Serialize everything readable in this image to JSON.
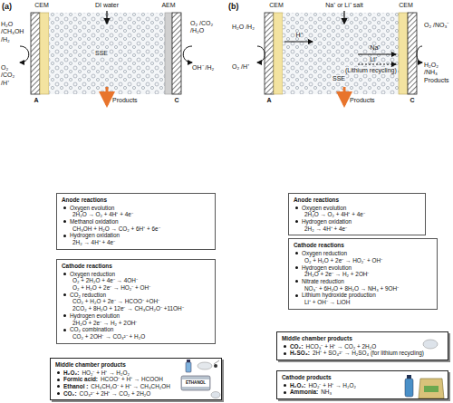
{
  "diagram": {
    "nodes": [
      {
        "text": [
          "Anode reactions",
          "Oxygen evolution",
          "2H₂O → O₂ + 4H⁺ + 4e⁻",
          "Methanol oxidation",
          "CH₃OH + H₂O → CO₂ + 6H⁺ + 6e⁻",
          "Hydrogen oxidation",
          "2H₂ → 4H⁺ + 4e⁻"
        ]
      },
      {
        "text": [
          "Cathode reactions",
          "Oxygen reduction",
          "O₂ + 2H₂O + 4e⁻ → 4OH⁻",
          "O₂ + H₂O + 2e⁻ → HO₂⁻ + OH⁻",
          "CO₂ reduction",
          "CO₂ + H₂O + 2e⁻ → HCOO⁻ +OH⁻",
          "2CO₂ + 8H₂O + 12e⁻ → CH₃CH₂O⁻ +11OH⁻",
          "Hydrogen evolution",
          "2H₂O + 2e⁻ → H₂ + 2OH⁻",
          "CO₂ combination",
          "CO₂ + 2OH⁻ → CO₃²⁻ + H₂O"
        ]
      },
      {
        "text": [
          "Middle chamber products",
          "H₂O₂:",
          "HO₂⁻ + H⁺ → H₂O₂",
          "Formic acid:",
          "HCOO⁻ + H⁺ → HCOOH",
          "Ethanol :",
          "CH₃CH₂O⁻ + H⁺ → CH₃CH₂OH",
          "CO₂:",
          "CO₃²⁻ + 2H⁺ → CO₂ + 2H₂O"
        ]
      },
      {
        "text": [
          "Anode reactions",
          "Oxygen evolution",
          "2H₂O → O₂ + 4H⁺ + 4e⁻",
          "Hydrogen oxidation",
          "2H₂ → 4H⁺ + 4e⁻"
        ]
      },
      {
        "text": [
          "Cathode reactions",
          "Oxygen reduction",
          "O₂ + H₂O + 2e⁻ → HO₂⁻ + OH⁻",
          "Hydrogen evolution",
          "2H₂O + 2e⁻ → H₂ + 2OH⁻",
          "Nitrate reduction",
          "NO₃⁻ + 6H₂O + 8H₂O → NH₃ + 9OH⁻",
          "Lithium hydroxide production",
          "Li⁺ + OH⁻ → LiOH"
        ]
      },
      {
        "text": [
          "Middle chamber products",
          "CO₂:",
          "HCO₃⁻ + H⁺ → CO₂ + 2H₂O",
          "H₂SO₄:",
          "2H⁺ + SO₄²⁻ → H₂SO₄ (for lithium recycling)"
        ]
      },
      {
        "text": [
          "Cathode products",
          "H₂O₂:",
          "HO₂⁻ + H⁺ → H₂O₂",
          "Ammonia:",
          "NH₃"
        ]
      }
    ],
    "labels": [
      "(a)",
      "CEM",
      "DI water",
      "AEM",
      "H₂O /CH₃OH /H₂",
      "O₂ /CO₂ /H⁺",
      "O₂ /CO₂ /H₂O",
      "OH⁻ /H₂",
      "SSE",
      "A",
      "C",
      "Products",
      "(b)",
      "CEM",
      "Na⁺ or Li⁺ salt",
      "CEM",
      "H₂O /H₂",
      "O₂ /H⁺",
      "H⁺",
      "Na⁺",
      "Li⁺",
      "(Lithium recycling)",
      "SSE",
      "O₂ /NO₃⁻",
      "H₂O₂ /NH₃ Products",
      "A",
      "C",
      "Products",
      "ETHANOL"
    ]
  }
}
